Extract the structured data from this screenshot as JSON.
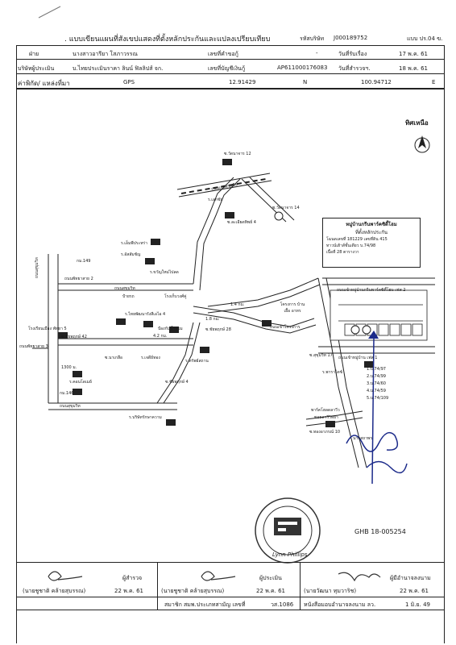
{
  "header": {
    "title": ". แบบเขียนแผนที่สังเขปแสดงที่ตั้งหลักประกันและแปลงเปรียบเทียบ",
    "company_code_label": "รหัสบริษัท",
    "company_code": "J000189752",
    "form_no": "แบบ ปร.04 ฃ.",
    "seller_label": "ฝ่าย",
    "seller_name": "นางสาวอารียา โสภาวรรณ",
    "request_no_label": "เลขที่คำขอกู้",
    "request_no": "-",
    "received_date_label": "วันที่รับเรื่อง",
    "received_date": "17 พ.ค. 61",
    "appraiser_label": "บริษัทผู้ประเมิน",
    "appraiser": "บ.ไทยประเมินราคา ลินน์ ฟิลลิปส์ จก.",
    "loan_account_label": "เลขที่บัญชีเงินกู้",
    "loan_account": "AP611000176083",
    "survey_date_label": "วันที่สำรวจฯ.",
    "survey_date": "18 พ.ค. 61",
    "coord_label": "ค่าพิกัด/ แหล่งที่มา",
    "coord_source": "GPS",
    "lat": "12.91429",
    "lat_dir": "N",
    "lon": "100.94712",
    "lon_dir": "E"
  },
  "map": {
    "north_label": "ทิศเหนือ",
    "legend": {
      "title": "หมู่บ้านกรีนพาร์คซิตี้โฮม",
      "line1": "ที่ตั้งหลักประกัน",
      "line2": "โฉนดเลขที่ 181229 เลขที่ดิน 415",
      "line3": "ทาวน์เฮ้าส์ชั้นเดียว บ.74/98",
      "line4": "เนื้อที่ 28 ตารางวา"
    },
    "comparisons": [
      "1.บ.74/97",
      "2.บ.74/99",
      "3.บ.74/60",
      "4.บ.74/59",
      "5.บ.74/109"
    ],
    "labels": {
      "soi12": "ซ.วัดนาจาร 12",
      "road_top": "ถนนเลยสุขุมวิท",
      "soi14": "ซ.วัดนาจาร 14",
      "soi4": "ซ.ละเอียดทิพย์ 4",
      "school": "ร.อัสสัมชัญ",
      "eakchai": "ร.เอกชัย",
      "hotel": "ร.เอ็มพีประหร่า",
      "bus_stop": "ป้ายรถ",
      "sukhumvit": "ถนนสุขุมวิท",
      "km": "กม.149",
      "pattaya_soi": "ถนนพัทยาสาย 3",
      "market": "ร.ขวัญใหม่ไปลด",
      "market2": "โรงเก็บวงศ์คู่",
      "pattaya_road": "ถนนพัทยาสาย 2",
      "school2": "โรงเรียนเมือง พัทยา 5",
      "soi_pattaya": "ซ.ชัยพฤกษ์ 42",
      "bridge": "ป้องกันน้ำท่วม",
      "dist_42": "4.2 กม.",
      "dist_18": "1.8 กม.",
      "dist_14": "1.4 กม.",
      "soi_kaew": "ซ.ชัยพฤกษ์ 28",
      "project": "โครงการ บ้านเอื้อ อาทร",
      "project_road": "ถนนเข้าโครงการ",
      "village_entry": "ถนนเข้าหมู่บ้านกรีนพาร์คซิตี้โฮม เฟส 2",
      "village_entry2": "ถนนเข้าหมู่บ้าน เฟส 1",
      "soi_krabi": "ซ.สุขุมวิท 17",
      "temple": "ร.พาราไดซ์",
      "rest": "พาร์คโฮลดลาวีว",
      "rest2": "ซอยลาวีวิทยา",
      "soi_nong": "ซ.ทองอาภรณ์ 10",
      "km146": "กม.146",
      "road_pattaya": "ถนนสุขุมวิท",
      "thepprasit": "ร.ไทยพัฒนารังสีเอไอ 4",
      "m_jd": "ร.เจดีย์ทอง",
      "school3": "ร.บริษัทรักษาความ",
      "building": "ร.คอนโดเมย์",
      "hosp": "ร.ทรัพย์สถาน",
      "soi_n": "ซ.ชัยพฤกษ์ 4",
      "soi_pr": "ซ.นาเกลือ",
      "km148": "1300 ม.",
      "road_a": "ถนนสุขุมวิท"
    },
    "signature_name": "นายสถาพร"
  },
  "stamp": {
    "brand": "Lynn Phillips",
    "ref": "GHB 18-005254"
  },
  "footer": {
    "surveyor_label": "ผู้สำรวจ",
    "surveyor_name": "(นายชูชาติ คล้ายสุบรรณ)",
    "surveyor_date": "22 พ.ค. 61",
    "appraiser_label": "ผู้ประเมิน",
    "appraiser_name": "(นายชูชาติ คล้ายสุบรรณ)",
    "appraiser_date": "22 พ.ค. 61",
    "member_note": "สมาชิก สมพ.ประเภทสามัญ เลขที่",
    "member_no": "วส.1086",
    "signer_label": "ผู้มีอำนาจลงนาม",
    "signer_name": "(นายวัฒนา ทุมวาริช)",
    "signer_date": "22 พ.ค. 61",
    "authority_note": "หนังสือมอบอำนาจลงนาม ลว.",
    "authority_date": "1 มิ.ย. 49"
  }
}
